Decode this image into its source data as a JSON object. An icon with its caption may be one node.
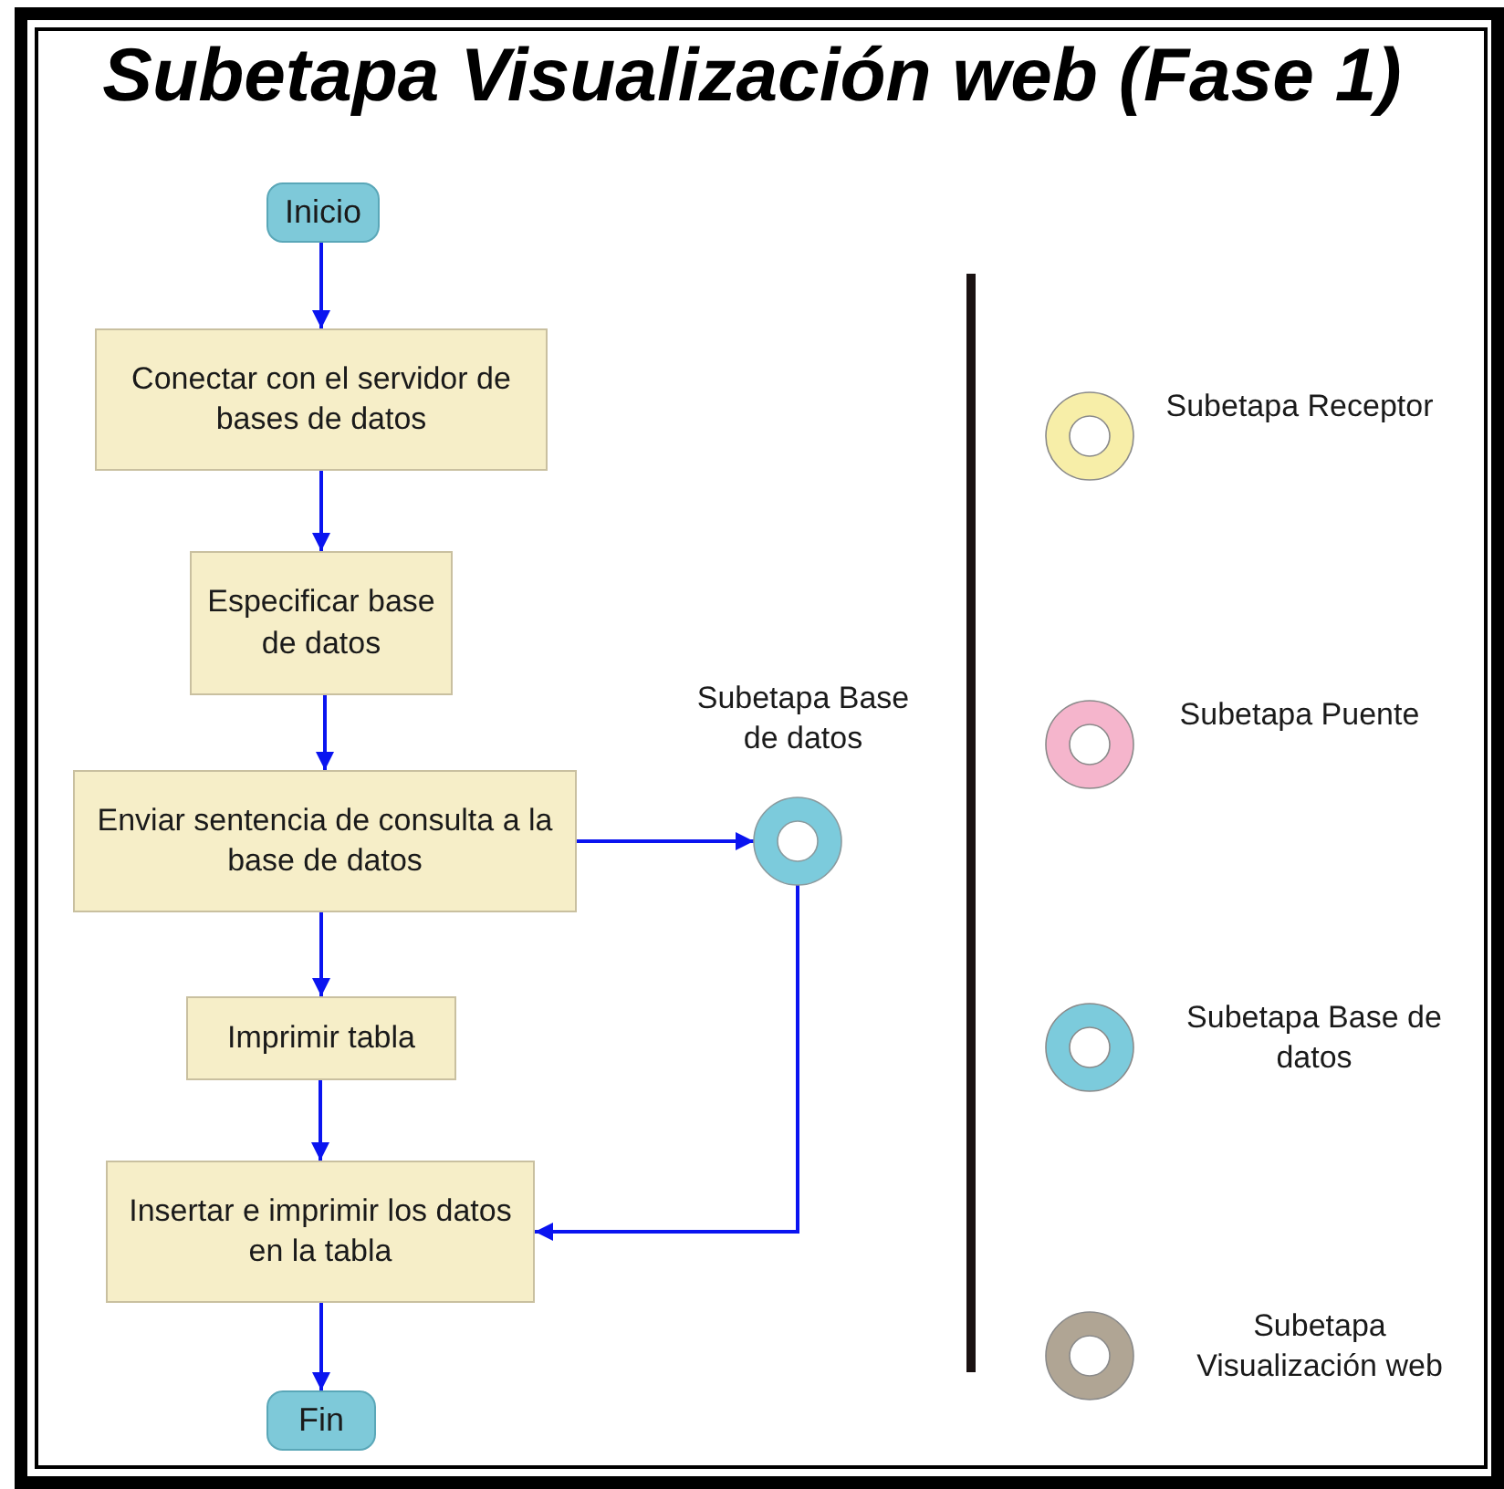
{
  "diagram": {
    "title": "Subetapa Visualización web (Fase 1)",
    "nodes": [
      {
        "text": [
          "Inicio"
        ]
      },
      {
        "text": [
          "Conectar con el servidor de bases de datos"
        ]
      },
      {
        "text": [
          "Especificar base de datos"
        ]
      },
      {
        "text": [
          "Enviar sentencia de consulta a la base de datos"
        ]
      },
      {
        "text": [
          "Subetapa Base de datos"
        ]
      },
      {
        "text": [
          "Imprimir tabla"
        ]
      },
      {
        "text": [
          "Insertar e imprimir los datos en la tabla"
        ]
      },
      {
        "text": [
          "Fin"
        ]
      }
    ],
    "edges": [
      {
        "from": 0,
        "to": 1,
        "arrow": "to"
      },
      {
        "from": 1,
        "to": 2,
        "arrow": "to"
      },
      {
        "from": 2,
        "to": 3,
        "arrow": "to"
      },
      {
        "from": 3,
        "to": 4,
        "arrow": "to"
      },
      {
        "from": 3,
        "to": 5,
        "arrow": "to"
      },
      {
        "from": 4,
        "to": 6,
        "arrow": "to"
      },
      {
        "from": 5,
        "to": 6,
        "arrow": "to"
      },
      {
        "from": 6,
        "to": 7,
        "arrow": "to"
      }
    ],
    "legend": [
      {
        "text": "Subetapa Receptor",
        "color": "#f7eea8"
      },
      {
        "text": "Subetapa Puente",
        "color": "#f5b5cc"
      },
      {
        "text": "Subetapa Base de datos",
        "color": "#7ccbdc"
      },
      {
        "text": "Subetapa Visualización web",
        "color": "#b0a594"
      }
    ]
  }
}
